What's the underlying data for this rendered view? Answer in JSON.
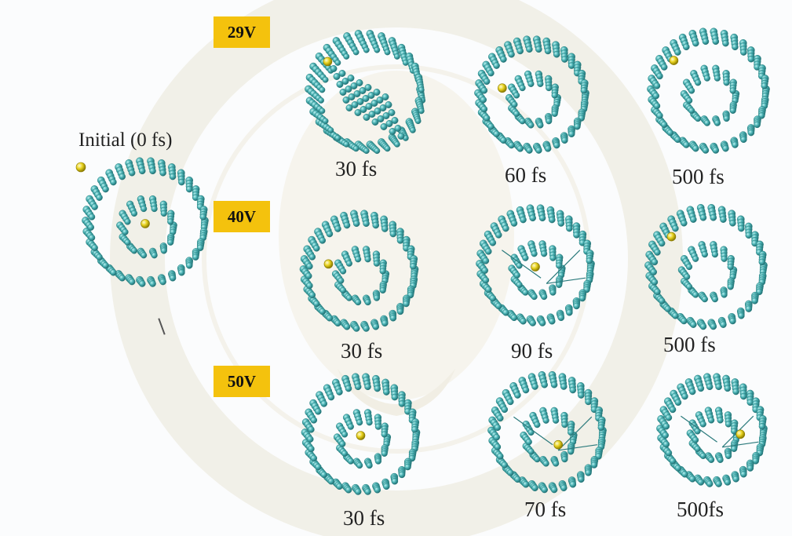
{
  "initial": {
    "label": "Initial (0 fs)",
    "ion": "left"
  },
  "voltages": [
    {
      "label": "29V",
      "frames": [
        {
          "time": "30 fs",
          "ion": "upper-left",
          "style": "tilted"
        },
        {
          "time": "60 fs",
          "ion": "left",
          "style": "double"
        },
        {
          "time": "500 fs",
          "ion": "upper-left",
          "style": "double"
        }
      ]
    },
    {
      "label": "40V",
      "frames": [
        {
          "time": "30 fs",
          "ion": "left",
          "style": "double"
        },
        {
          "time": "90 fs",
          "ion": "center",
          "style": "double-bonded"
        },
        {
          "time": "500 fs",
          "ion": "upper-left",
          "style": "double"
        }
      ]
    },
    {
      "label": "50V",
      "frames": [
        {
          "time": "30 fs",
          "ion": "center",
          "style": "double"
        },
        {
          "time": "70 fs",
          "ion": "center-right",
          "style": "double-bonded"
        },
        {
          "time": "500fs",
          "ion": "right",
          "style": "double-bonded"
        }
      ]
    }
  ],
  "colors": {
    "atom": "#4fb6b8",
    "ion": "#e8d21f",
    "badge": "#f4c20d"
  }
}
